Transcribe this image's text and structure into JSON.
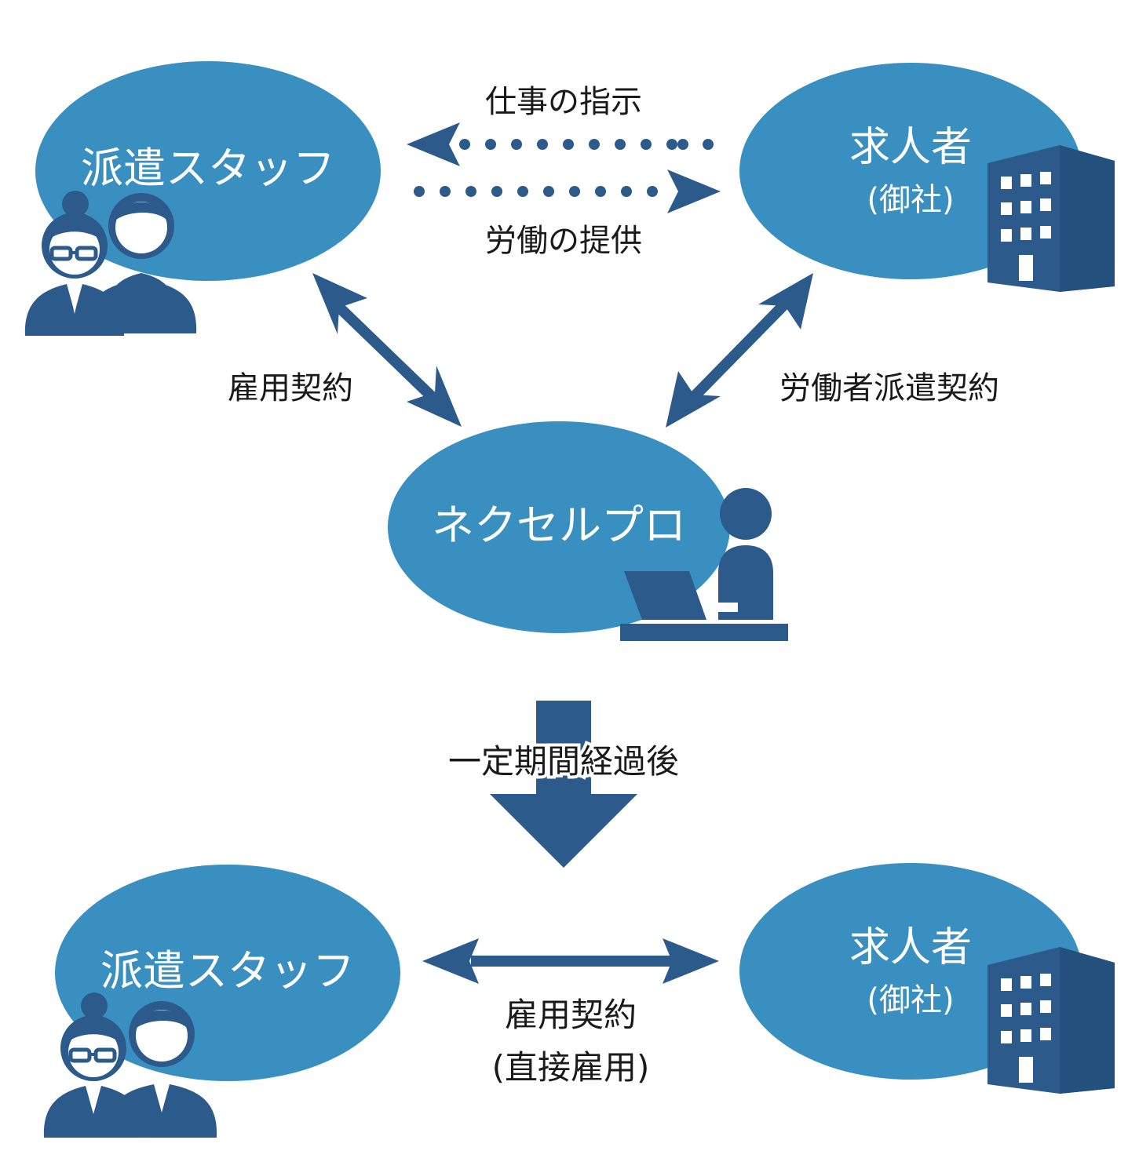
{
  "colors": {
    "bubble": "#3a8fc1",
    "icon": "#2b5a8b",
    "bubble_text": "#ffffff",
    "label_text": "#1a1a1a"
  },
  "top": {
    "staff": {
      "label": "派遣スタッフ",
      "icon": "staff-people-icon"
    },
    "client": {
      "label": "求人者",
      "sub": "(御社)",
      "icon": "office-building-icon"
    },
    "agency": {
      "label": "ネクセルプロ",
      "icon": "person-at-desk-icon"
    },
    "instruction_label": "仕事の指示",
    "labor_label": "労働の提供",
    "employment_label": "雇用契約",
    "dispatch_label": "労働者派遣契約"
  },
  "transition_label": "一定期間経過後",
  "bottom": {
    "staff": {
      "label": "派遣スタッフ",
      "icon": "staff-people-icon"
    },
    "client": {
      "label": "求人者",
      "sub": "(御社)",
      "icon": "office-building-icon"
    },
    "contract_label": "雇用契約",
    "contract_sub": "(直接雇用)"
  }
}
